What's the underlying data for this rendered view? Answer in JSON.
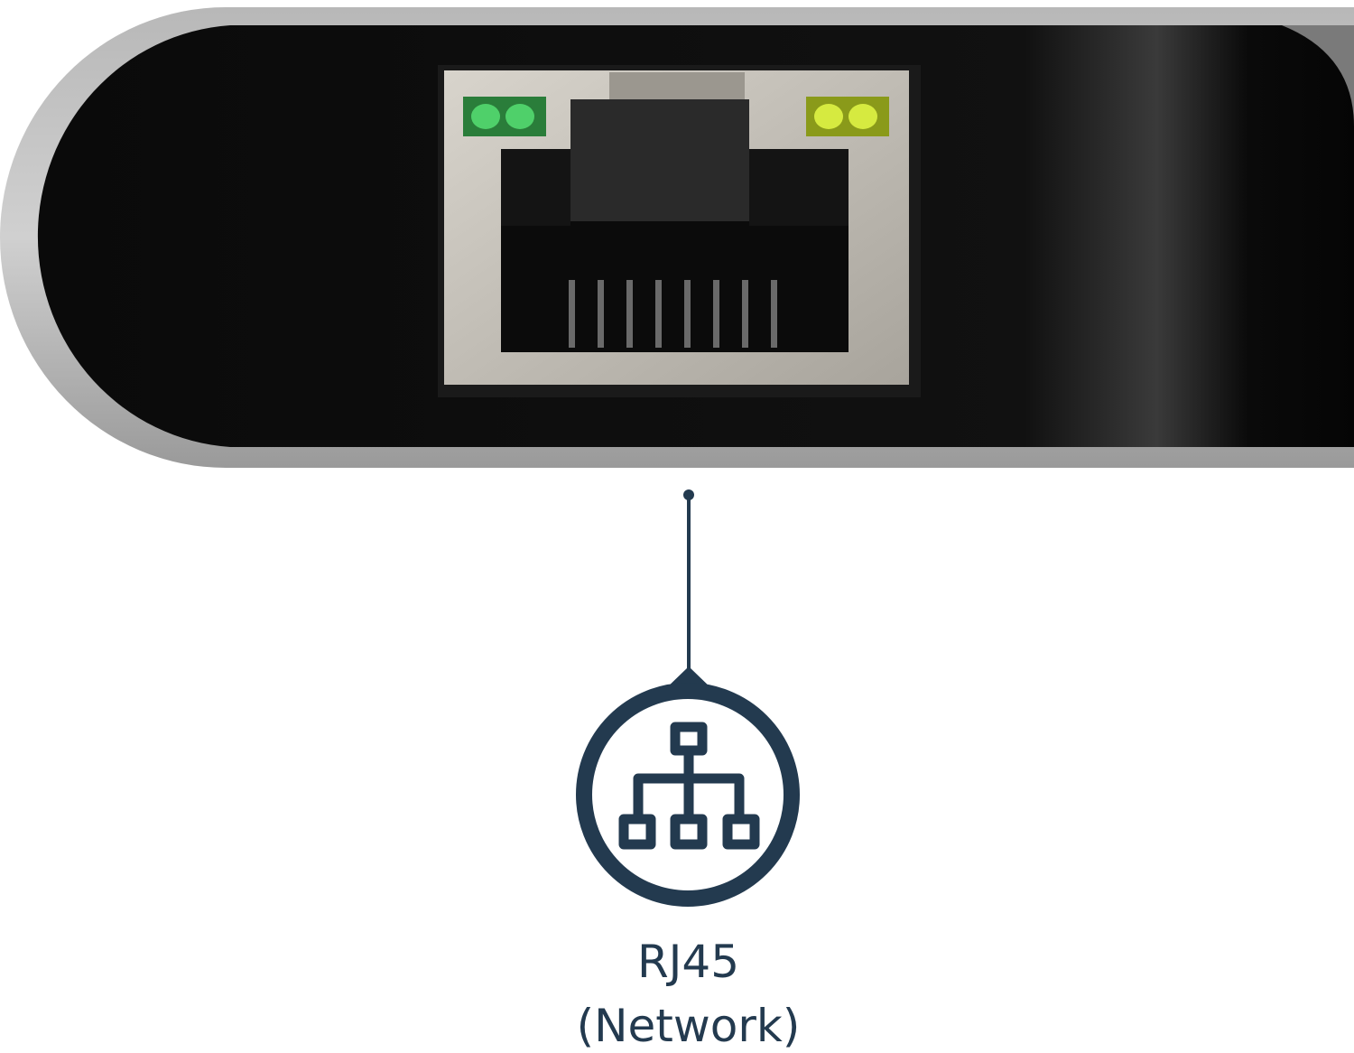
{
  "callout": {
    "label_line1": "RJ45",
    "label_line2": "(Network)",
    "icon": "network-hierarchy-icon",
    "color": "#233a4f"
  },
  "device": {
    "port": "rj45-ethernet-port",
    "led_left_color": "#2fa84a",
    "led_right_color": "#b9d22a"
  }
}
